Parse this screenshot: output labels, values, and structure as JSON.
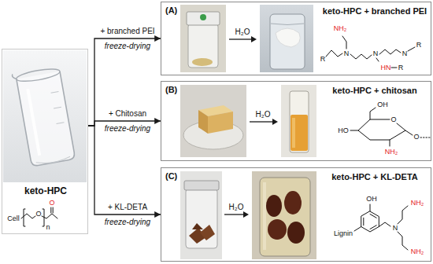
{
  "diagram": {
    "nodes": [
      {
        "text": [
          "keto-HPC"
        ]
      },
      {
        "text": [
          "(A)",
          "keto-HPC + branched PEI"
        ]
      },
      {
        "text": [
          "(B)",
          "keto-HPC + chitosan"
        ]
      },
      {
        "text": [
          "(C)",
          "keto-HPC + KL-DETA"
        ]
      }
    ],
    "edges": [
      {
        "from": 0,
        "to": 1,
        "arrow": "to",
        "label": "+ branched PEI"
      },
      {
        "from": 0,
        "to": 2,
        "arrow": "to",
        "label": "+ Chitosan"
      },
      {
        "from": 0,
        "to": 3,
        "arrow": "to",
        "label": "+ KL-DETA"
      }
    ],
    "labels": [
      "Cell",
      "O",
      "n",
      "O",
      "freeze-drying",
      "freeze-drying",
      "freeze-drying",
      "H₂O",
      "NH₂",
      "R",
      "N",
      "N",
      "N",
      "R",
      "HN",
      "R",
      "H₂O",
      "OH",
      "O",
      "HO",
      "NH₂",
      "O",
      "H₂O",
      "OH",
      "Lignin",
      "N",
      "NH₂",
      "NH₂"
    ]
  }
}
